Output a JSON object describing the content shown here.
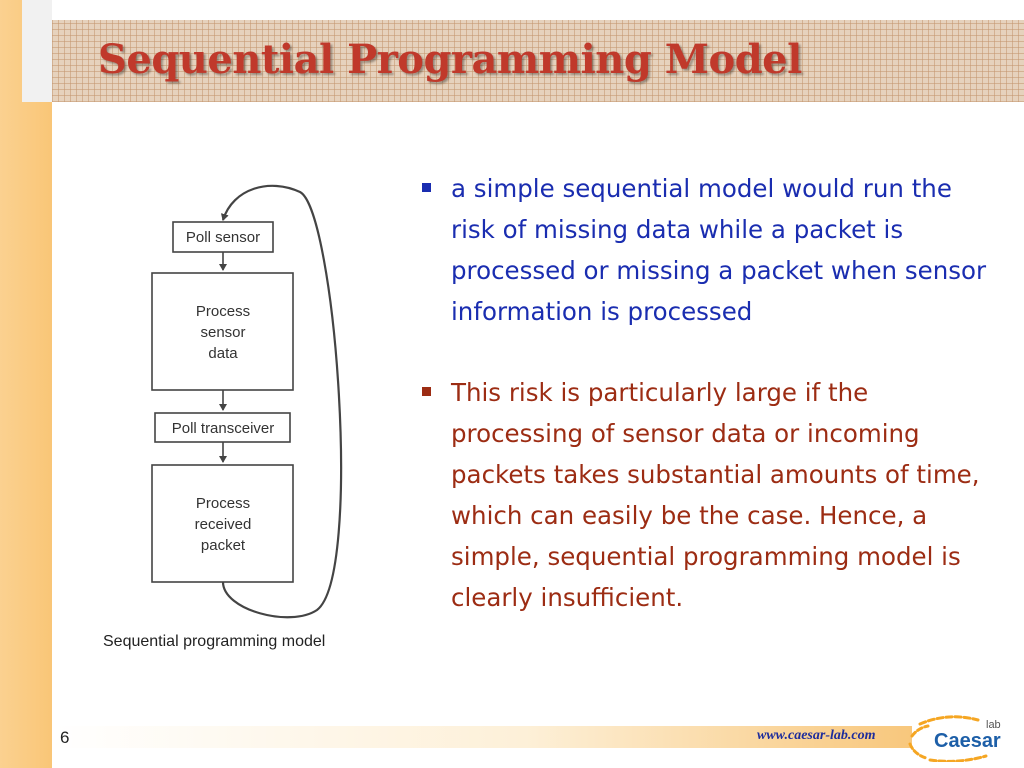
{
  "slide": {
    "title": "Sequential Programming Model",
    "page_number": "6"
  },
  "diagram": {
    "caption": "Sequential programming model",
    "boxes": [
      {
        "lines": [
          "Poll sensor"
        ]
      },
      {
        "lines": [
          "Process",
          "sensor",
          "data"
        ]
      },
      {
        "lines": [
          "Poll transceiver"
        ]
      },
      {
        "lines": [
          "Process",
          "received",
          "packet"
        ]
      }
    ]
  },
  "bullets": [
    {
      "text": "a simple sequential model would run the risk of missing data while a packet is processed or missing a packet when sensor information is processed",
      "color": "#1a2db0"
    },
    {
      "text": "This risk is particularly large if the processing of sensor data or incoming packets takes substantial amounts of time, which can easily be the case. Hence, a simple, sequential programming model is clearly insufficient.",
      "color": "#9c2c13"
    }
  ],
  "footer": {
    "url": "www.caesar-lab.com",
    "logo_lab": "lab",
    "logo_name": "Caesar"
  }
}
